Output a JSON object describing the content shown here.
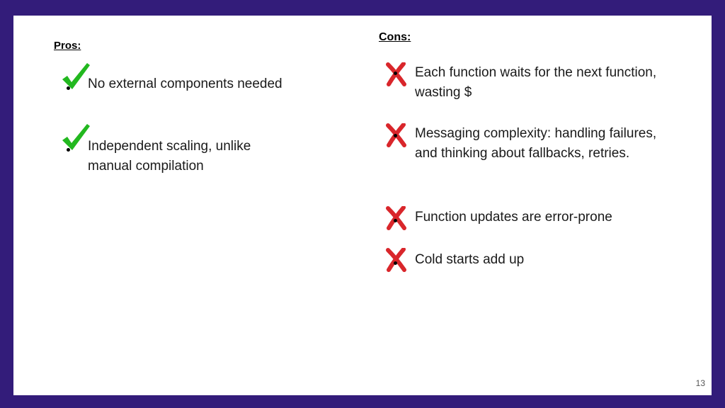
{
  "slide": {
    "page_number": "13",
    "pros": {
      "heading": "Pros:",
      "items": [
        {
          "text": "No external components needed",
          "icon": "check-icon"
        },
        {
          "text": "Independent scaling, unlike manual compilation",
          "icon": "check-icon"
        }
      ]
    },
    "cons": {
      "heading": "Cons:",
      "items": [
        {
          "text": "Each function waits for the next function, wasting $",
          "icon": "x-icon"
        },
        {
          "text": "Messaging complexity: handling failures, and thinking about fallbacks, retries.",
          "icon": "x-icon"
        },
        {
          "text": "Function updates are error-prone",
          "icon": "x-icon"
        },
        {
          "text": "Cold starts add up",
          "icon": "x-icon"
        }
      ]
    },
    "colors": {
      "frame": "#331c7a",
      "check": "#22b81f",
      "cross": "#d9262b"
    }
  }
}
